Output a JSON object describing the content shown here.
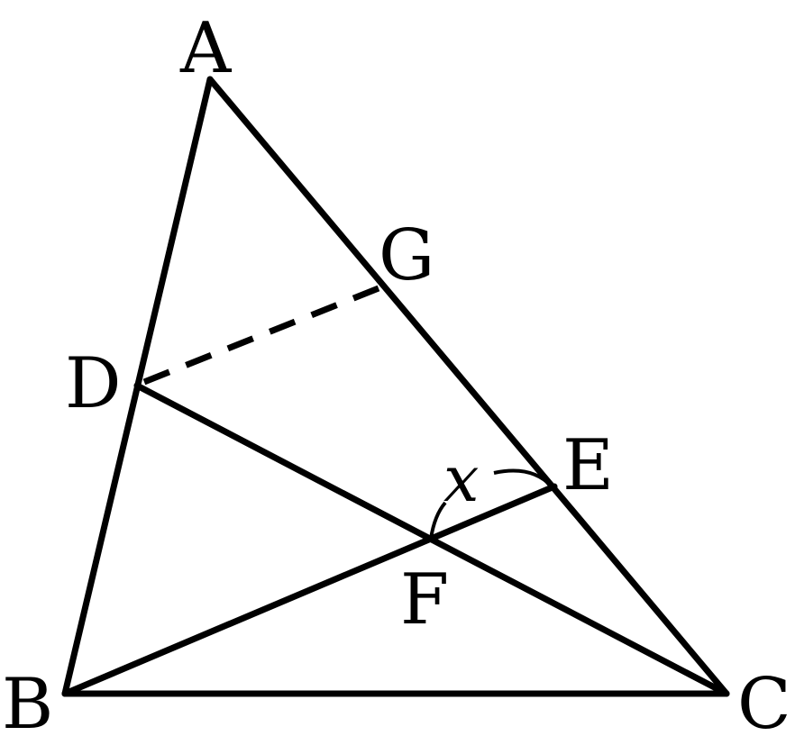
{
  "diagram": {
    "points": {
      "A": "A",
      "B": "B",
      "C": "C",
      "D": "D",
      "E": "E",
      "F": "F",
      "G": "G"
    },
    "angle_label": "x",
    "stroke_color": "#000000"
  }
}
